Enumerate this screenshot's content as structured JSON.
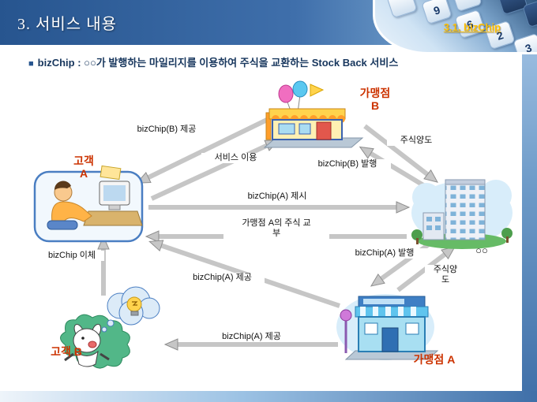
{
  "header": {
    "title": "3. 서비스 내용",
    "section_label": "3.1. bizChip",
    "keys": [
      "9",
      "6",
      "2",
      "3"
    ]
  },
  "subtitle": {
    "bullet": "■",
    "brand": "bizChip",
    "mid": " : ○○가 발행하는 마일리지를 이용하여 주식을 교환하는 ",
    "stockback": "Stock Back",
    "tail": " 서비스"
  },
  "entities": {
    "merchant_b": {
      "line1": "가맹점",
      "line2": "B"
    },
    "customer_a": {
      "line1": "고객",
      "line2": "A"
    },
    "customer_b": {
      "label": "고객 B"
    },
    "merchant_a": {
      "label": "가맹점 A"
    },
    "company": {
      "label": "○○"
    }
  },
  "flows": {
    "bizchip_b_provide": "bizChip(B) 제공",
    "service_use": "서비스 이용",
    "stock_transfer_top": "주식양도",
    "bizchip_b_issue": "bizChip(B) 발행",
    "bizchip_a_present": "bizChip(A) 제시",
    "stock_grant_line1": "가맹점 A의 주식 교",
    "stock_grant_line2": "부",
    "bizchip_transfer": "bizChip 이체",
    "bizchip_a_issue": "bizChip(A) 발행",
    "stock_transfer_bottom_line1": "주식양",
    "stock_transfer_bottom_line2": "도",
    "bizchip_a_provide_diagonal": "bizChip(A) 제공",
    "bizchip_a_provide_bottom": "bizChip(A) 제공"
  }
}
